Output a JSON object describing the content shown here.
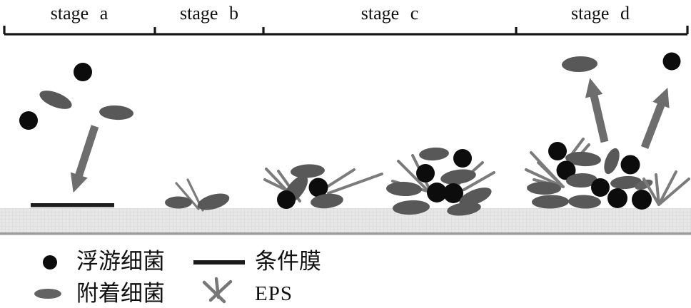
{
  "figure": {
    "stages": [
      {
        "id": "a",
        "label": "stage a"
      },
      {
        "id": "b",
        "label": "stage b"
      },
      {
        "id": "c",
        "label": "stage c"
      },
      {
        "id": "d",
        "label": "stage d"
      }
    ],
    "legend": {
      "items": [
        {
          "icon": "planktonic-bacterium-icon",
          "label": "浮游细菌"
        },
        {
          "icon": "conditioning-film-icon",
          "label": "条件膜"
        },
        {
          "icon": "attached-bacterium-icon",
          "label": "附着细菌"
        },
        {
          "icon": "eps-icon",
          "label": "EPS"
        }
      ]
    },
    "colors": {
      "bacterium_black": "#0c0c0c",
      "bacterium_gray": "#585858",
      "eps_gray": "#7b7b7b",
      "arrow_gray": "#6d6d6d",
      "conditioning_film": "#1e1e1e",
      "surface_fill": "#e7e7e7",
      "surface_edge": "#9b9b9b",
      "bracket": "#151515"
    }
  }
}
